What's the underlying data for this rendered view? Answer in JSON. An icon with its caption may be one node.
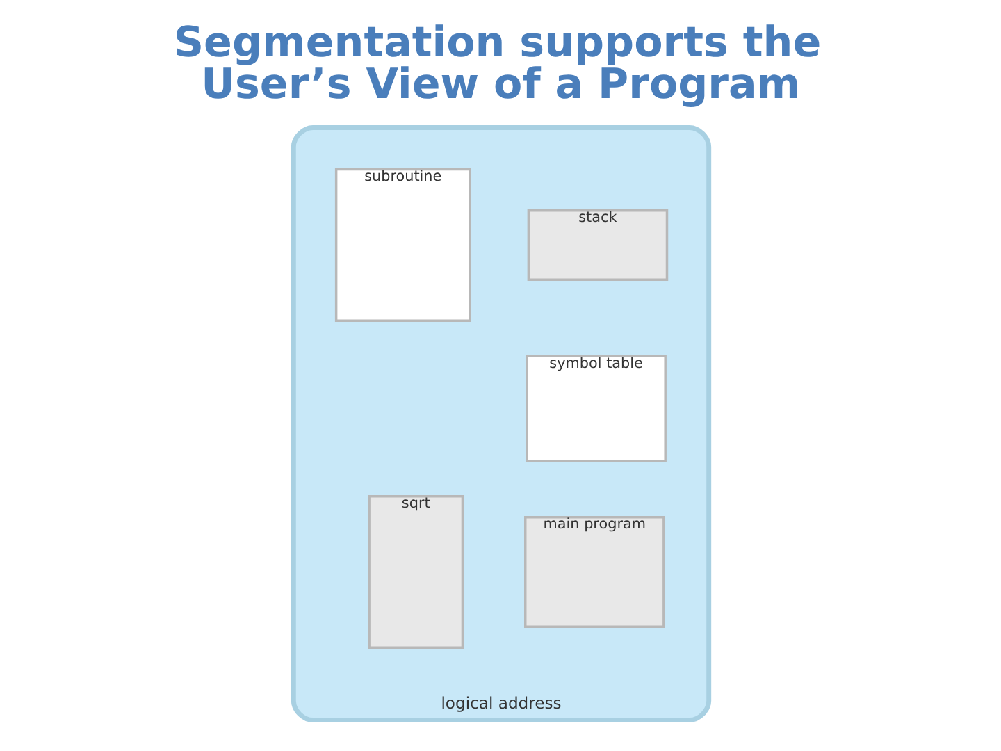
{
  "diagram": {
    "title": "Segmentation supports the User’s View of a Program",
    "nodes": [
      {
        "text": [
          "logical address"
        ]
      },
      {
        "text": [
          "subroutine"
        ],
        "in": 0
      },
      {
        "text": [
          "stack"
        ],
        "in": 0
      },
      {
        "text": [
          "symbol table"
        ],
        "in": 0
      },
      {
        "text": [
          "sqrt"
        ],
        "in": 0
      },
      {
        "text": [
          "main program"
        ],
        "in": 0
      }
    ]
  }
}
